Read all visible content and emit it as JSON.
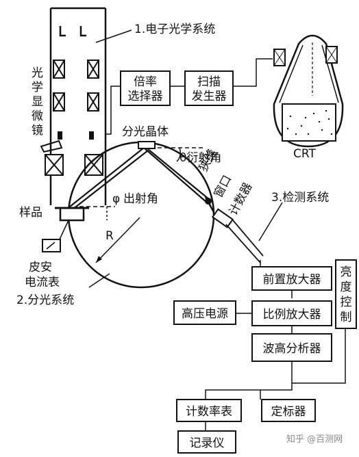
{
  "labels": {
    "electron_optics": "1.电子光学系统",
    "microscope": [
      "光",
      "学",
      "显",
      "微",
      "镜"
    ],
    "crystal": "分光晶体",
    "diffraction_angle": "θ衍射角",
    "exit_angle_symbol": "φ",
    "exit_angle": "出射角",
    "sample": "样品",
    "radius": "R",
    "slit": "狭缝",
    "window": "窗口",
    "counter": "计数器",
    "detection_system": "3.检测系统",
    "picoammeter_1": "皮安",
    "picoammeter_2": "电流表",
    "spectrometer_system": "2.分光系统",
    "crt": "CRT",
    "brightness": [
      "亮",
      "度",
      "控",
      "制"
    ]
  },
  "boxes": {
    "magnification_selector": [
      "倍率",
      "选择器"
    ],
    "scan_generator": [
      "扫描",
      "发生器"
    ],
    "preamplifier": "前置放大器",
    "hv_supply": "高压电源",
    "prop_amplifier": "比例放大器",
    "pulse_height_analyzer": "波高分析器",
    "count_rate_meter": "计数率表",
    "scaler": "定标器",
    "recorder": "记录仪"
  },
  "watermark": "知乎 @百测网"
}
